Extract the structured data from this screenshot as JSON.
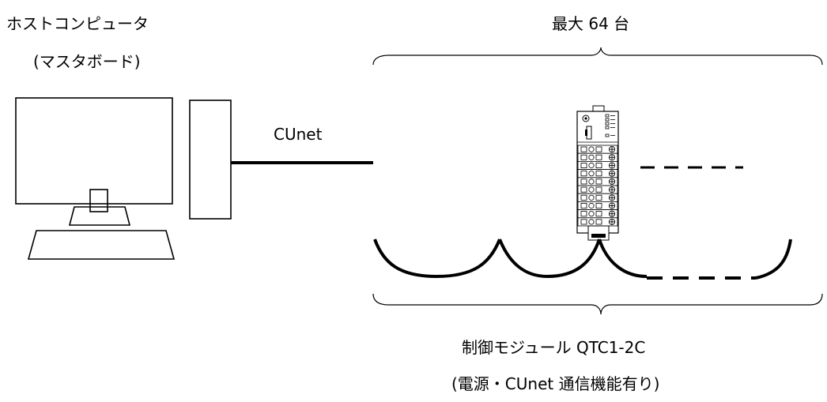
{
  "host": {
    "title": "ホストコンピュータ",
    "subtitle": "(マスタボード)"
  },
  "link": {
    "label": "CUnet"
  },
  "capacity": {
    "label": "最大 64 台"
  },
  "module": {
    "name": "制御モジュール QTC1-2C",
    "description": "(電源・CUnet 通信機能有り)"
  },
  "colors": {
    "line": "#000000",
    "background": "#ffffff"
  }
}
